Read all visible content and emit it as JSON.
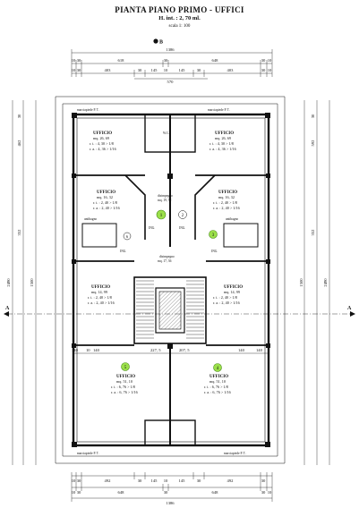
{
  "header": {
    "title": "PIANTA PIANO PRIMO - UFFICI",
    "height": "H. int. : 2, 70 ml.",
    "scale": "scala 1: 100"
  },
  "section_marks": {
    "b": "B",
    "a_left": "A",
    "a_right": "A"
  },
  "dimensions": {
    "top_total": "1386",
    "top_row": [
      "10",
      "30",
      "618",
      "30",
      "648",
      "30",
      "10"
    ],
    "top_row2": [
      "10",
      "30",
      "403",
      "30",
      "145",
      "10",
      "145",
      "30",
      "403",
      "30",
      "10"
    ],
    "top_inner": "570",
    "bottom_total": "1386",
    "bottom_row": [
      "10",
      "30",
      "648",
      "30",
      "648",
      "30",
      "10"
    ],
    "bottom_row2": [
      "10",
      "30",
      "492",
      "30",
      "145",
      "10",
      "145",
      "30",
      "492",
      "30"
    ],
    "left_total": "2490",
    "right_total": "2490",
    "left_inner": "1500",
    "right_inner": "1500",
    "mid_row": [
      "140",
      "10",
      "140",
      "227, 5",
      "207, 5",
      "140",
      "140"
    ],
    "left_side": [
      "10",
      "30",
      "462",
      "30",
      "352",
      "30",
      "10"
    ],
    "right_side": [
      "10",
      "30",
      "592",
      "30",
      "352",
      "30",
      "10"
    ]
  },
  "labels": {
    "marciapiede_tl": "marciapiede P. T.",
    "marciapiede_tr": "marciapiede P. T.",
    "marciapiede_bl": "marciapiede P. T.",
    "marciapiede_br": "marciapiede P. T.",
    "ing": "ING.",
    "disimpegno_top": "disimpegno",
    "disimpegno_top_area": "mq. 19, 52",
    "disimpegno_mid": "disimpegno",
    "disimpegno_mid_area": "mq. 17, 36",
    "wc_top": "W.C.",
    "antibagno_l": "antibagno",
    "antibagno_r": "antibagno"
  },
  "rooms": [
    {
      "name": "UFFICIO",
      "area": "mq. 26, 69",
      "ri": "r. i. : 4, 30 > 1/8",
      "ra": "r. a. : 4, 36 > 1/16"
    },
    {
      "name": "UFFICIO",
      "area": "mq. 26, 69",
      "ri": "r. i. : 4, 30 > 1/8",
      "ra": "r. a. : 4, 36 > 1/16"
    },
    {
      "name": "UFFICIO",
      "area": "mq. 16, 32",
      "ri": "r. i. : 2, 40 > 1/8",
      "ra": "r. a. : 2, 40 > 1/16"
    },
    {
      "name": "UFFICIO",
      "area": "mq. 16, 32",
      "ri": "r. i. : 2, 40 > 1/8",
      "ra": "r. a. : 2, 40 > 1/16"
    },
    {
      "name": "UFFICIO",
      "area": "mq. 14, 99",
      "ri": "r. i. : 2, 40 > 1/8",
      "ra": "r. a. : 2, 40 > 1/16"
    },
    {
      "name": "UFFICIO",
      "area": "mq. 14, 99",
      "ri": "r. i. : 2, 40 > 1/8",
      "ra": "r. a. : 2, 40 > 1/16"
    },
    {
      "name": "UFFICIO",
      "area": "mq. 51, 10",
      "ri": "r. i. : 6, 76 > 1/8",
      "ra": "r. a. : 6, 76 > 1/16"
    },
    {
      "name": "UFFICIO",
      "area": "mq. 51, 10",
      "ri": "r. i. : 6, 76 > 1/8",
      "ra": "r. a. : 6, 76 > 1/16"
    }
  ],
  "markers": [
    "1",
    "2",
    "3",
    "4",
    "5",
    "6"
  ],
  "colors": {
    "marker_fill": "#9be04a",
    "marker_stroke": "#4a8a1a",
    "line": "#1a1a1a",
    "hatch": "#555555"
  }
}
